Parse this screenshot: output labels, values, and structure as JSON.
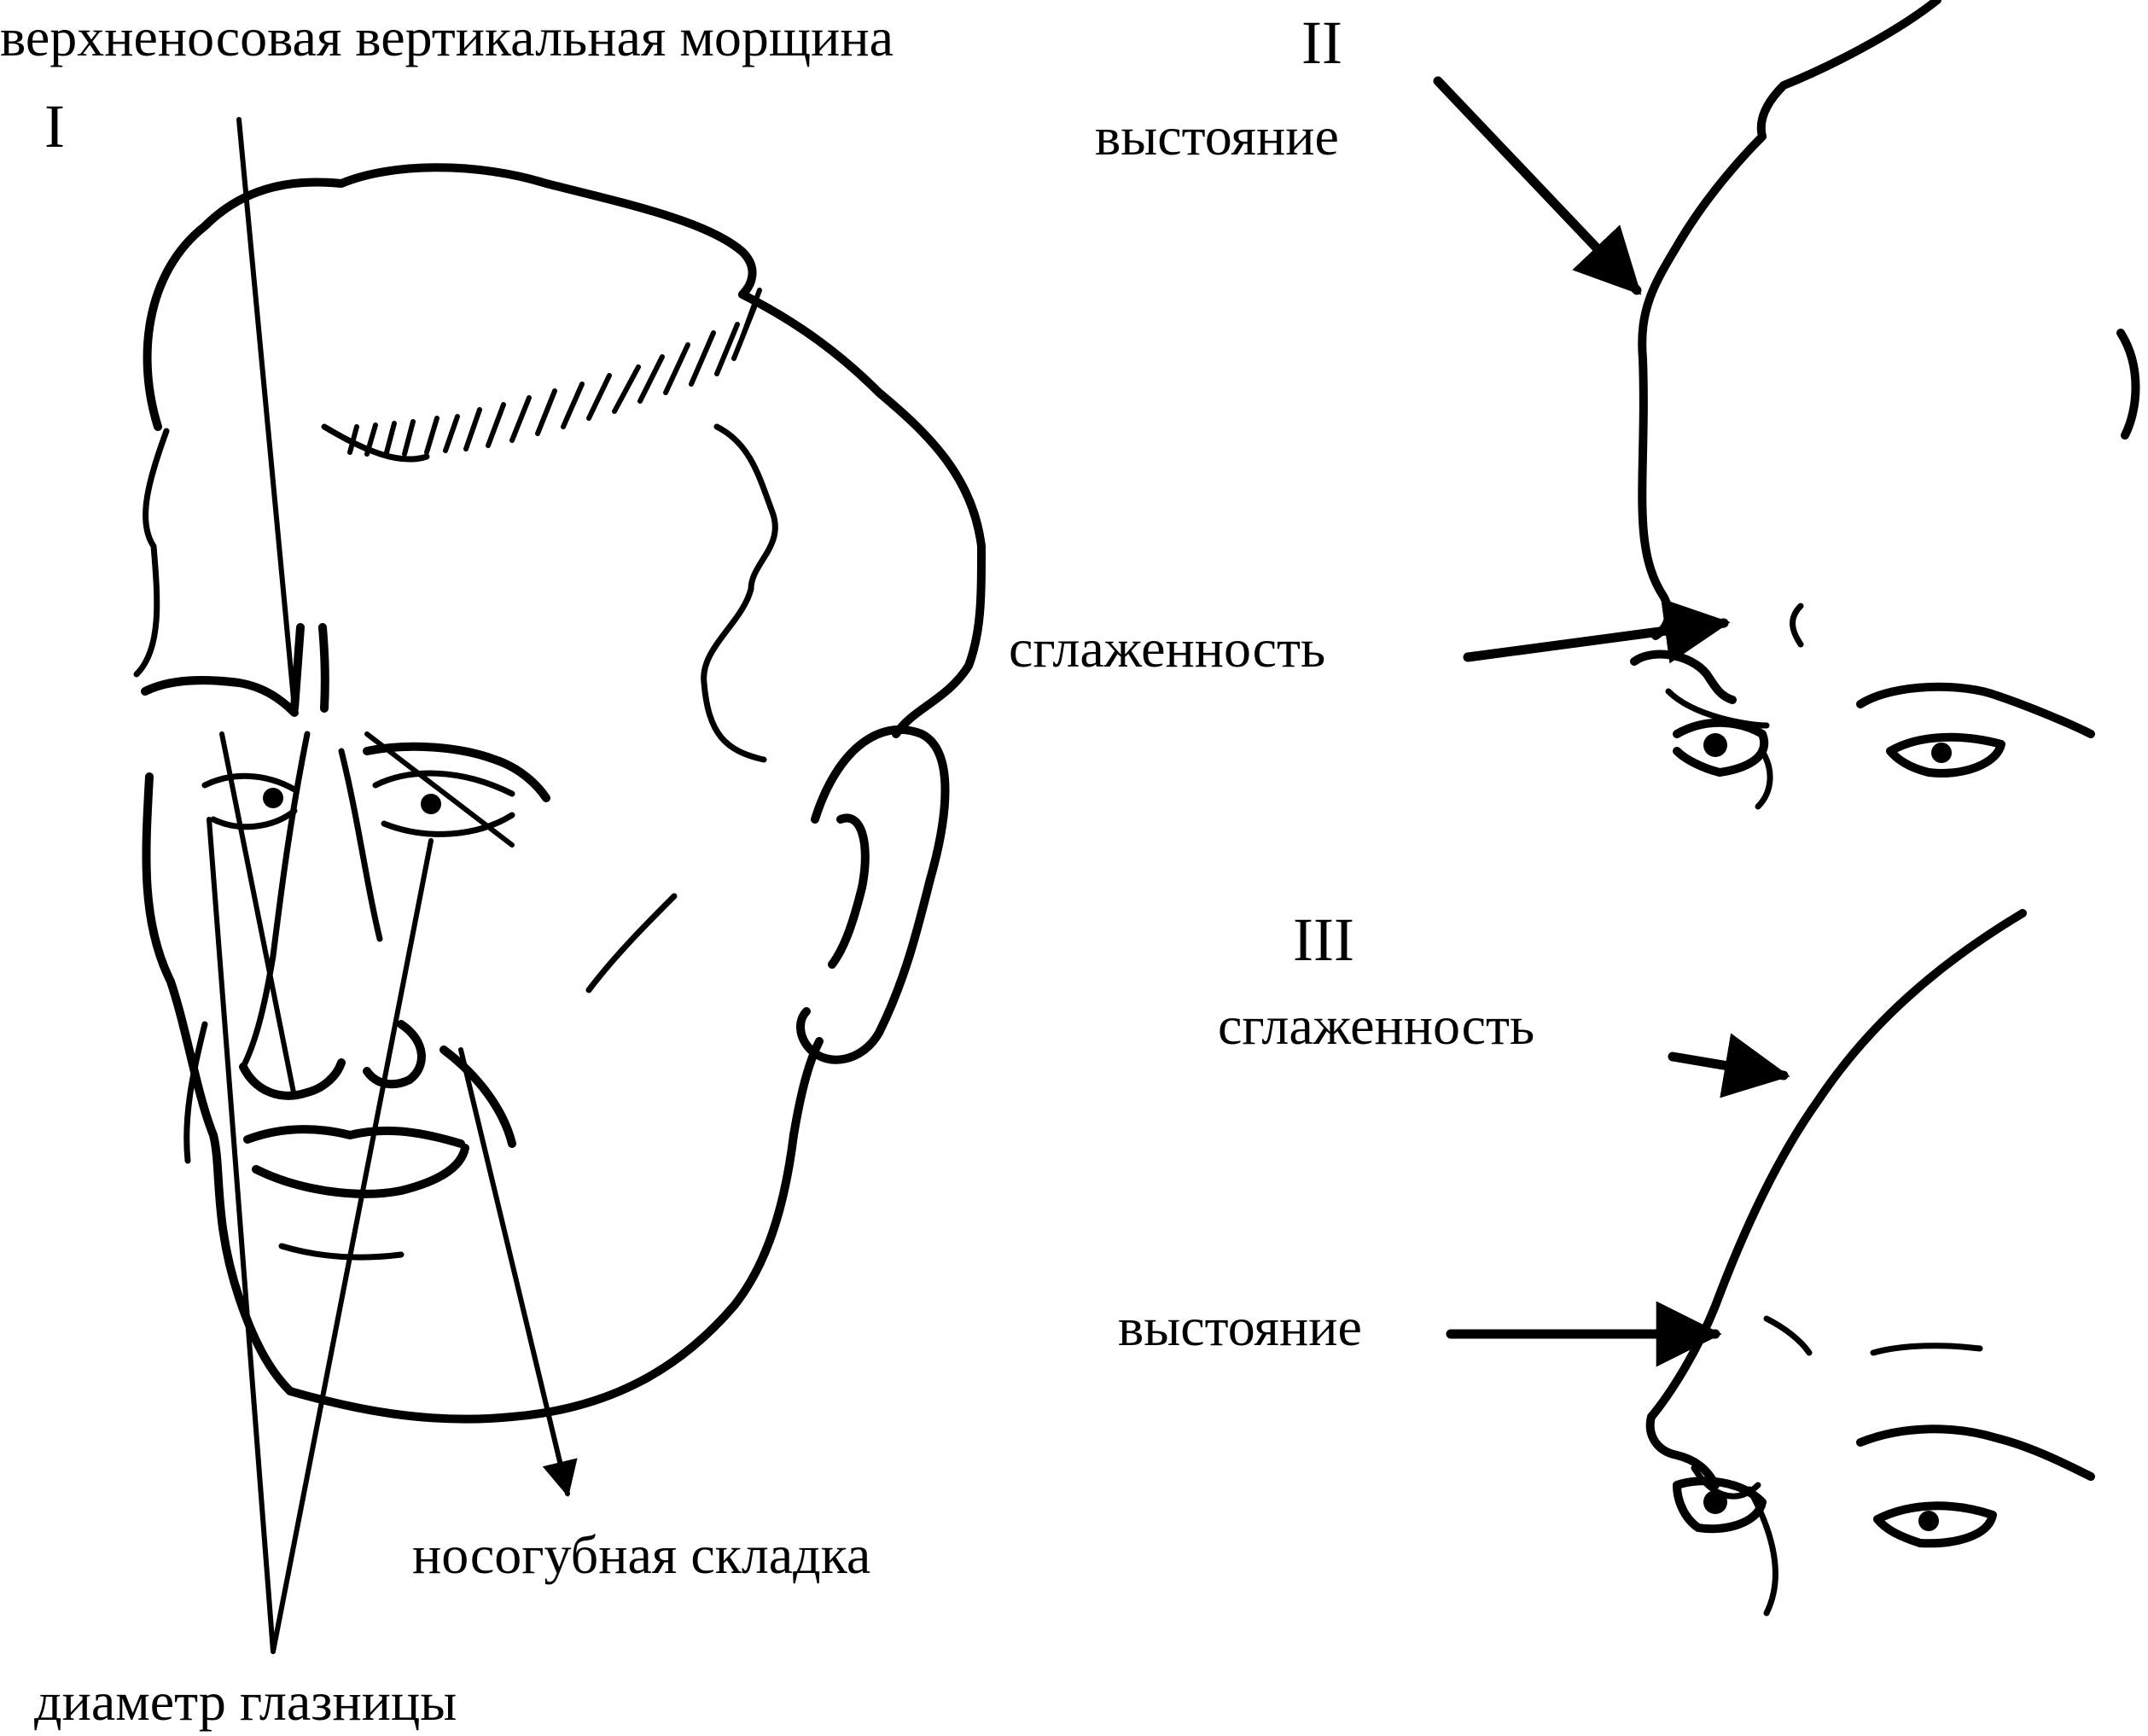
{
  "panels": [
    {
      "numeral": "I"
    },
    {
      "numeral": "II"
    },
    {
      "numeral": "III"
    }
  ],
  "labels": {
    "upper_nasal_wrinkle": "верхненосовая вертикальная морщина",
    "nasolabial_fold": "носогубная складка",
    "orbit_diameter": "диаметр глазницы",
    "panel2_protrusion": "выстояние",
    "panel2_smoothness": "сглаженность",
    "panel3_smoothness": "сглаженность",
    "panel3_protrusion": "выстояние"
  }
}
